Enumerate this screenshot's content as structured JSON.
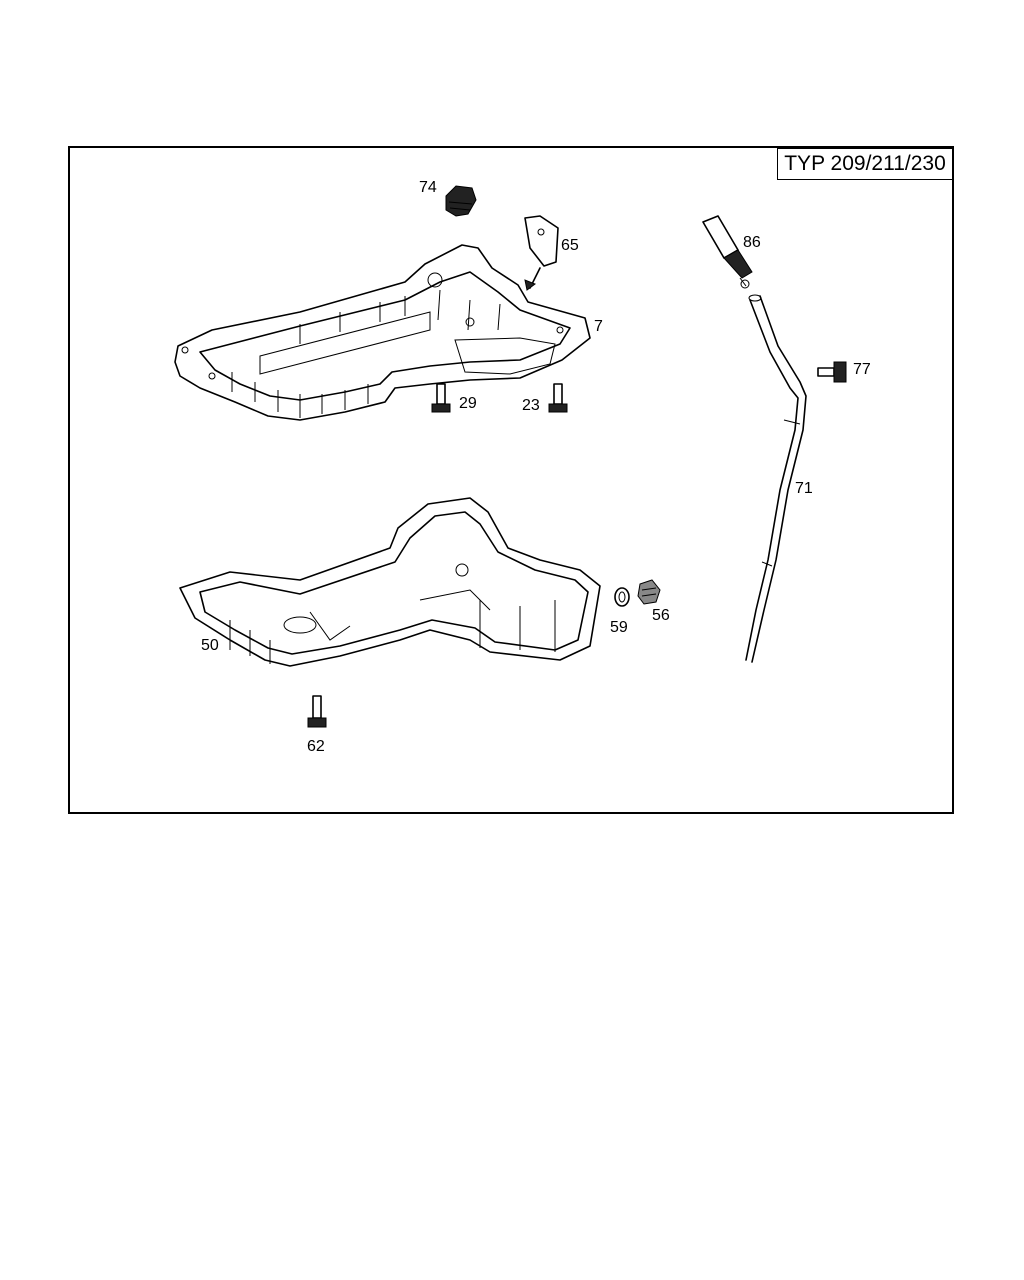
{
  "diagram": {
    "type_label": "TYP 209/211/230",
    "parts": {
      "p74": "74",
      "p65": "65",
      "p86": "86",
      "p7": "7",
      "p77": "77",
      "p29": "29",
      "p23": "23",
      "p71": "71",
      "p50": "50",
      "p59": "59",
      "p56": "56",
      "p62": "62"
    },
    "icons": [
      "oil-pan-upper-icon",
      "oil-pan-lower-icon",
      "dipstick-tube-icon",
      "bolt-icon",
      "plug-icon",
      "sensor-icon",
      "seal-ring-icon",
      "cover-plate-icon"
    ]
  }
}
